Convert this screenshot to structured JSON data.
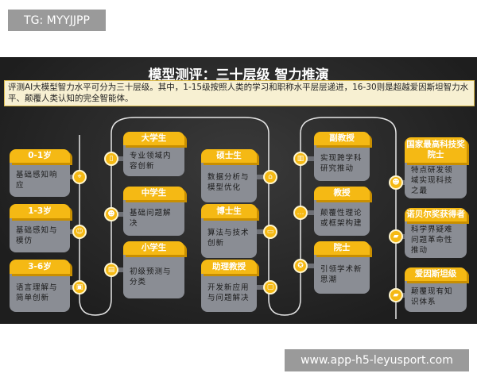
{
  "labels": {
    "top_left": "TG: MYYJJPP",
    "bottom_right": "www.app-h5-leyusport.com"
  },
  "infographic": {
    "title": "模型测评：三十层级 智力推演",
    "intro": "评测AI大模型智力水平可分为三十层级。其中，1-15级按照人类的学习和职称水平层层递进，16-30则是超越爱因斯坦智力水平、颠覆人类认知的完全智能体。",
    "accent": "#f5b914",
    "columns": [
      [
        {
          "title": "0-1岁",
          "desc": "基础感知响应",
          "icon": "location-pin-icon"
        },
        {
          "title": "1-3岁",
          "desc": "基础感知与模仿",
          "icon": "people-icon"
        },
        {
          "title": "3-6岁",
          "desc": "语言理解与简单创新",
          "icon": "certificate-icon"
        }
      ],
      [
        {
          "title": "大学生",
          "desc": "专业领域内容创新",
          "icon": "phone-icon"
        },
        {
          "title": "中学生",
          "desc": "基础问题解决",
          "icon": "user-icon"
        },
        {
          "title": "小学生",
          "desc": "初级预测与分类",
          "icon": "image-icon"
        }
      ],
      [
        {
          "title": "硕士生",
          "desc": "数据分析与模型优化",
          "icon": "network-icon"
        },
        {
          "title": "博士生",
          "desc": "算法与技术创新",
          "icon": "briefcase-icon"
        },
        {
          "title": "助理教授",
          "desc": "开发新应用与问题解决",
          "icon": "file-icon"
        }
      ],
      [
        {
          "title": "副教授",
          "desc": "实现跨学科研究推动",
          "icon": "document-icon"
        },
        {
          "title": "教授",
          "desc": "颠覆性理论或框架构建",
          "icon": "chat-icon"
        },
        {
          "title": "院士",
          "desc": "引领学术新思潮",
          "icon": "badge-icon"
        }
      ],
      [
        {
          "title": "国家最高科技奖院士",
          "desc": "特点研发领域实现科技之最",
          "icon": "user-icon"
        },
        {
          "title": "诺贝尔奖获得者",
          "desc": "科学界疑难问题革命性推动",
          "icon": "folder-icon"
        },
        {
          "title": "爱因斯坦级",
          "desc": "颠覆现有知识体系",
          "icon": "folder-icon"
        }
      ]
    ]
  }
}
